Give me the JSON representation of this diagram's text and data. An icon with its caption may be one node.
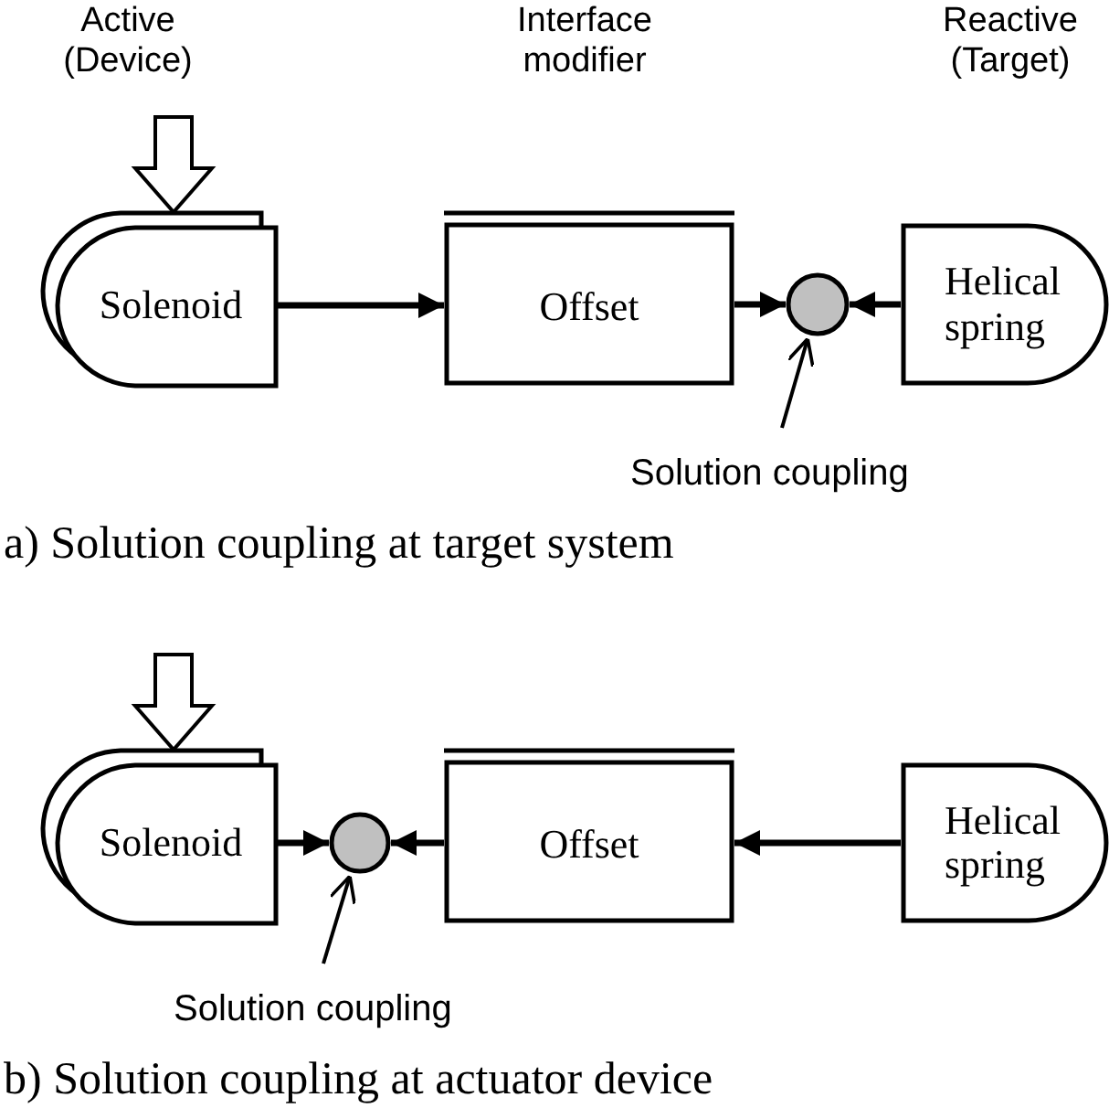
{
  "diagram": {
    "nodes": [
      {
        "text": [
          "Solenoid"
        ]
      },
      {
        "text": [
          "Offset"
        ]
      },
      {
        "text": [],
        "shape": "circle"
      },
      {
        "text": [
          "Helical spring"
        ]
      },
      {
        "text": [
          "Solution coupling"
        ]
      },
      {
        "text": [
          "Solenoid"
        ]
      },
      {
        "text": [],
        "shape": "circle"
      },
      {
        "text": [
          "Offset"
        ]
      },
      {
        "text": [
          "Helical spring"
        ]
      },
      {
        "text": [
          "Solution coupling"
        ]
      }
    ],
    "edges": [
      {
        "from": null,
        "to": 0,
        "arrow": "to"
      },
      {
        "from": 0,
        "to": 1,
        "arrow": "to"
      },
      {
        "from": 1,
        "to": 2,
        "arrow": "to"
      },
      {
        "from": 3,
        "to": 2,
        "arrow": "to"
      },
      {
        "from": 4,
        "to": 2,
        "arrow": "to"
      },
      {
        "from": null,
        "to": 5,
        "arrow": "to"
      },
      {
        "from": 5,
        "to": 6,
        "arrow": "to"
      },
      {
        "from": 7,
        "to": 6,
        "arrow": "to"
      },
      {
        "from": 8,
        "to": 7,
        "arrow": "to"
      },
      {
        "from": 9,
        "to": 6,
        "arrow": "to"
      }
    ],
    "labels": [
      "Active (Device)",
      "Interface modifier",
      "Reactive (Target)",
      "a) Solution coupling at target system",
      "b) Solution coupling at actuator device"
    ]
  }
}
